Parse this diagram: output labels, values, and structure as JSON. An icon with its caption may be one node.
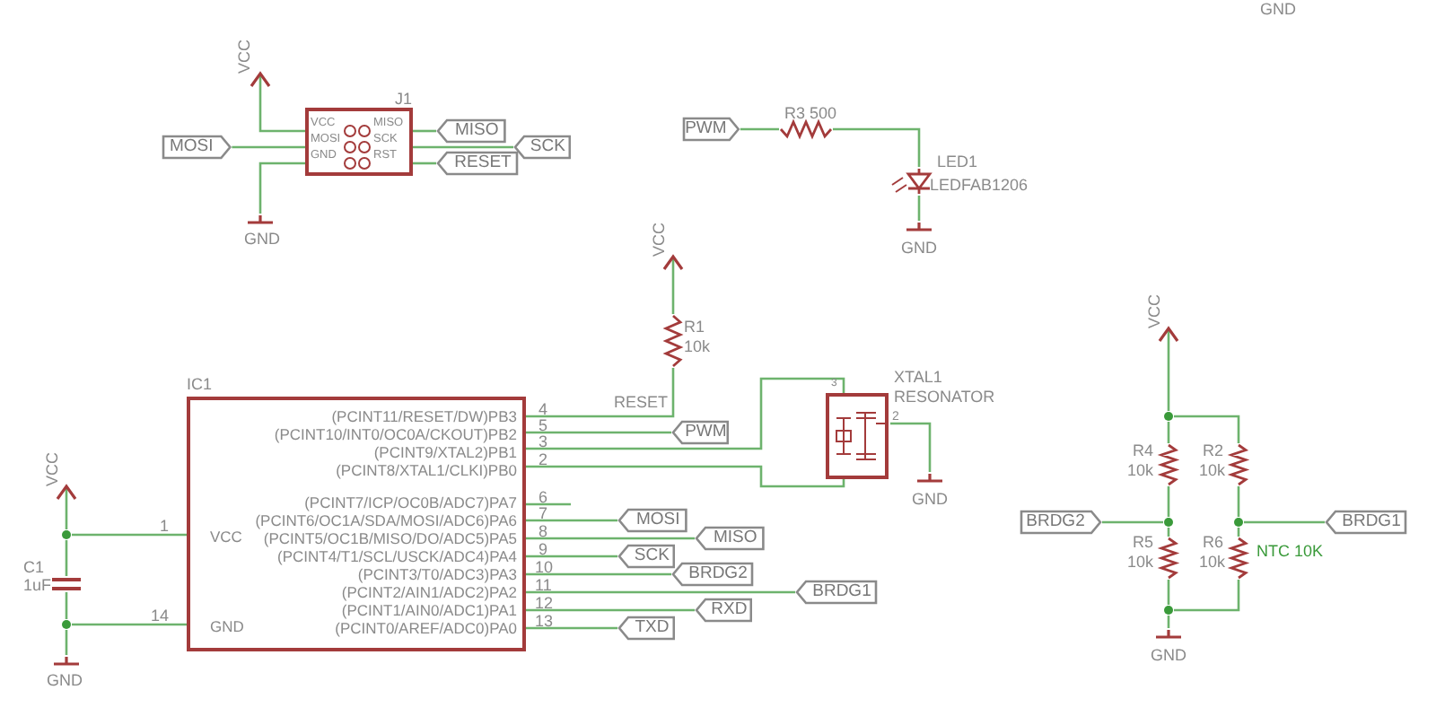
{
  "diagram": {
    "nodes": [
      {
        "text": [
          "J1",
          "VCC",
          "MISO",
          "MOSI",
          "SCK",
          "GND",
          "RST"
        ]
      },
      {
        "text": [
          "MOSI"
        ]
      },
      {
        "text": [
          "MISO"
        ]
      },
      {
        "text": [
          "SCK"
        ]
      },
      {
        "text": [
          "RESET"
        ]
      },
      {
        "text": [
          "PWM"
        ]
      },
      {
        "text": [
          "IC1",
          "(PCINT11/RESET/DW)PB3",
          "(PCINT10/INT0/OC0A/CKOUT)PB2",
          "(PCINT9/XTAL2)PB1",
          "(PCINT8/XTAL1/CLKI)PB0",
          "(PCINT7/ICP/OC0B/ADC7)PA7",
          "(PCINT6/OC1A/SDA/MOSI/ADC6)PA6",
          "(PCINT5/OC1B/MISO/DO/ADC5)PA5",
          "(PCINT4/T1/SCL/USCK/ADC4)PA4",
          "(PCINT3/T0/ADC3)PA3",
          "(PCINT2/AIN1/ADC2)PA2",
          "(PCINT1/AIN0/ADC1)PA1",
          "(PCINT0/AREF/ADC0)PA0",
          "VCC",
          "GND"
        ]
      },
      {
        "text": [
          "PWM"
        ]
      },
      {
        "text": [
          "MOSI"
        ]
      },
      {
        "text": [
          "MISO"
        ]
      },
      {
        "text": [
          "SCK"
        ]
      },
      {
        "text": [
          "BRDG2"
        ]
      },
      {
        "text": [
          "BRDG1"
        ]
      },
      {
        "text": [
          "RXD"
        ]
      },
      {
        "text": [
          "TXD"
        ]
      },
      {
        "text": [
          "XTAL1",
          "RESONATOR"
        ]
      },
      {
        "text": [
          "BRDG2"
        ]
      },
      {
        "text": [
          "BRDG1"
        ]
      },
      {
        "text": [
          "VCC"
        ]
      },
      {
        "text": [
          "GND"
        ]
      },
      {
        "text": [
          "R3 500"
        ]
      },
      {
        "text": [
          "LED1",
          "LEDFAB1206"
        ]
      },
      {
        "text": [
          "GND"
        ]
      },
      {
        "text": [
          "VCC"
        ]
      },
      {
        "text": [
          "R1",
          "10k"
        ]
      },
      {
        "text": [
          "GND"
        ]
      },
      {
        "text": [
          "VCC"
        ]
      },
      {
        "text": [],
        "shape": "circle"
      },
      {
        "text": [
          "C1",
          "1uF"
        ]
      },
      {
        "text": [],
        "shape": "circle"
      },
      {
        "text": [
          "GND"
        ]
      },
      {
        "text": [
          "VCC"
        ]
      },
      {
        "text": [],
        "shape": "circle"
      },
      {
        "text": [
          "R4",
          "10k"
        ]
      },
      {
        "text": [
          "R2",
          "10k"
        ]
      },
      {
        "text": [],
        "shape": "circle"
      },
      {
        "text": [],
        "shape": "circle"
      },
      {
        "text": [
          "R5",
          "10k"
        ]
      },
      {
        "text": [
          "R6",
          "10k"
        ],
        "beside": [
          "NTC 10K"
        ]
      },
      {
        "text": [],
        "shape": "circle"
      },
      {
        "text": [
          "GND"
        ]
      }
    ],
    "edges": [
      {
        "from": 1,
        "to": 0,
        "arrow": "none"
      },
      {
        "from": 0,
        "to": 2,
        "arrow": "none"
      },
      {
        "from": 0,
        "to": 3,
        "arrow": "none"
      },
      {
        "from": 0,
        "to": 4,
        "arrow": "none"
      },
      {
        "from": 6,
        "to": 7,
        "arrow": "none"
      },
      {
        "from": 6,
        "to": 8,
        "arrow": "none"
      },
      {
        "from": 6,
        "to": 9,
        "arrow": "none"
      },
      {
        "from": 6,
        "to": 10,
        "arrow": "none"
      },
      {
        "from": 6,
        "to": 11,
        "arrow": "none"
      },
      {
        "from": 6,
        "to": 12,
        "arrow": "none"
      },
      {
        "from": 6,
        "to": 13,
        "arrow": "none"
      },
      {
        "from": 6,
        "to": 14,
        "arrow": "none"
      },
      {
        "from": 6,
        "to": 15,
        "arrow": "none"
      },
      {
        "from": 6,
        "to": 15,
        "arrow": "none"
      },
      {
        "from": 0,
        "to": 18,
        "arrow": "to"
      },
      {
        "from": 0,
        "to": 19,
        "arrow": "none"
      },
      {
        "from": 5,
        "to": 20,
        "arrow": "none"
      },
      {
        "from": 20,
        "to": 21,
        "arrow": "none"
      },
      {
        "from": 21,
        "to": 22,
        "arrow": "none"
      },
      {
        "from": 24,
        "to": 23,
        "arrow": "to"
      },
      {
        "from": 24,
        "to": 6,
        "arrow": "none"
      },
      {
        "from": 6,
        "to": null,
        "arrow": "none"
      },
      {
        "from": 15,
        "to": 25,
        "arrow": "none"
      },
      {
        "from": 27,
        "to": 26,
        "arrow": "to"
      },
      {
        "from": 27,
        "to": 6,
        "arrow": "none"
      },
      {
        "from": 27,
        "to": 28,
        "arrow": "none"
      },
      {
        "from": 28,
        "to": 29,
        "arrow": "none"
      },
      {
        "from": 29,
        "to": 6,
        "arrow": "none"
      },
      {
        "from": 29,
        "to": 30,
        "arrow": "none"
      },
      {
        "from": 32,
        "to": 31,
        "arrow": "to"
      },
      {
        "from": 32,
        "to": 33,
        "arrow": "none"
      },
      {
        "from": 32,
        "to": 34,
        "arrow": "none"
      },
      {
        "from": 33,
        "to": 35,
        "arrow": "none"
      },
      {
        "from": 34,
        "to": 36,
        "arrow": "none"
      },
      {
        "from": 16,
        "to": 35,
        "arrow": "none"
      },
      {
        "from": 36,
        "to": 17,
        "arrow": "none"
      },
      {
        "from": 35,
        "to": 37,
        "arrow": "none"
      },
      {
        "from": 36,
        "to": 38,
        "arrow": "none"
      },
      {
        "from": 37,
        "to": 39,
        "arrow": "none"
      },
      {
        "from": 38,
        "to": 39,
        "arrow": "none"
      },
      {
        "from": 39,
        "to": 40,
        "arrow": "none"
      }
    ],
    "labels": [
      "GND",
      "RESET",
      "3",
      "2",
      "4",
      "5",
      "3",
      "2",
      "6",
      "7",
      "8",
      "9",
      "10",
      "11",
      "12",
      "13",
      "1",
      "14"
    ]
  }
}
